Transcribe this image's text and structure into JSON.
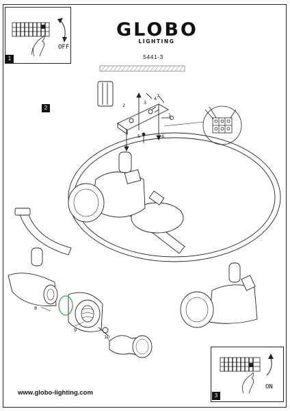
{
  "brand": {
    "name": "GLOBO",
    "subtitle": "LIGHTING"
  },
  "model": "5441-3",
  "steps": {
    "step1": "1",
    "step2": "2",
    "step3": "3"
  },
  "labels": {
    "off": "OFF",
    "on": "ON"
  },
  "part_numbers": [
    "2",
    "3",
    "4",
    "1",
    "5",
    "6",
    "7",
    "8",
    "9",
    "10"
  ],
  "footer": {
    "website": "www.globo-lighting.com"
  }
}
